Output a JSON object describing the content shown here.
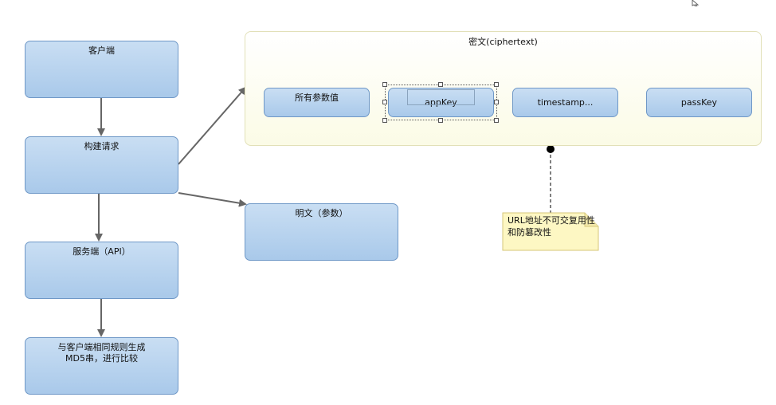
{
  "nodes": {
    "client": "客户端",
    "build_request": "构建请求",
    "server": "服务端（API）",
    "compare_line1": "与客户端相同规则生成",
    "compare_line2": "MD5串，进行比较",
    "plaintext": "明文（参数）"
  },
  "ciphertext_group": {
    "title": "密文(ciphertext)",
    "items": [
      "所有参数值",
      "appKey",
      "timestamp...",
      "passKey"
    ]
  },
  "note": {
    "text": "URL地址不可交复用性和防篡改性"
  },
  "colors": {
    "node_fill_top": "#c9def3",
    "node_fill_bottom": "#a9c9ea",
    "node_border": "#6f98c7",
    "group_fill": "#fbfbe6",
    "note_fill": "#fdf7c3",
    "connector": "#666666"
  }
}
